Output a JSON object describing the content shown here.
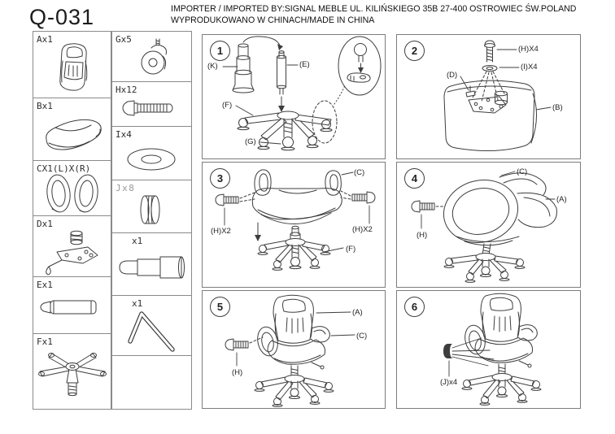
{
  "title": "Q-031",
  "header": {
    "line1": "IMPORTER / IMPORTED BY:SIGNAL MEBLE UL. KILIŃSKIEGO 35B 27-400 OSTROWIEC ŚW.POLAND",
    "line2": "WYPRODUKOWANO W CHINACH/MADE IN CHINA"
  },
  "colors": {
    "ink": "#3d3d3d",
    "panel_border": "#7c7c7c",
    "muted_label": "#9a9a9a"
  },
  "parts": [
    {
      "label": "Ax1",
      "icon": "backrest-icon"
    },
    {
      "label": "Bx1",
      "icon": "seat-cushion-icon"
    },
    {
      "label": "CX1(L)X(R)",
      "icon": "armrest-pair-icon"
    },
    {
      "label": "Dx1",
      "icon": "tilt-mechanism-icon"
    },
    {
      "label": "Ex1",
      "icon": "gas-lift-icon"
    },
    {
      "label": "Fx1",
      "icon": "five-star-base-icon"
    },
    {
      "label": "Gx5",
      "icon": "caster-icon"
    },
    {
      "label": "Hx12",
      "icon": "bolt-icon"
    },
    {
      "label": "Ix4",
      "icon": "washer-icon"
    },
    {
      "label": "Jx8",
      "icon": "plug-icon",
      "muted": true
    },
    {
      "label": "x1",
      "icon": "column-cover-icon"
    },
    {
      "label": "x1",
      "icon": "allen-key-icon"
    }
  ],
  "steps": [
    {
      "number": "1",
      "labels": [
        "(K)",
        "(E)",
        "(F)",
        "(G)"
      ]
    },
    {
      "number": "2",
      "labels": [
        "(H)X4",
        "(I)X4",
        "(D)",
        "(B)"
      ]
    },
    {
      "number": "3",
      "labels": [
        "(C)",
        "(H)X2",
        "(H)X2",
        "(F)"
      ]
    },
    {
      "number": "4",
      "labels": [
        "(C)",
        "(A)",
        "(H)"
      ]
    },
    {
      "number": "5",
      "labels": [
        "(A)",
        "(C)",
        "(H)"
      ]
    },
    {
      "number": "6",
      "labels": [
        "(J)x4"
      ]
    }
  ]
}
